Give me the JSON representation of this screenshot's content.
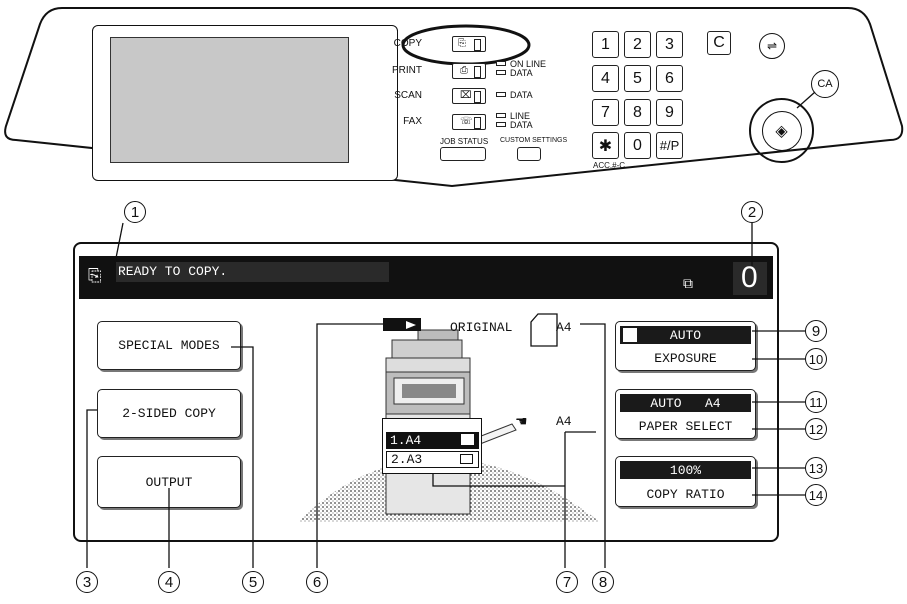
{
  "panel": {
    "mode_keys": [
      {
        "label": "COPY",
        "indicators": []
      },
      {
        "label": "PRINT",
        "indicators": [
          "ON LINE",
          "DATA"
        ]
      },
      {
        "label": "SCAN",
        "indicators": [
          "DATA"
        ]
      },
      {
        "label": "FAX",
        "indicators": [
          "LINE",
          "DATA"
        ]
      }
    ],
    "job_status": "JOB STATUS",
    "custom_settings": "CUSTOM SETTINGS",
    "keypad": [
      "1",
      "2",
      "3",
      "4",
      "5",
      "6",
      "7",
      "8",
      "9",
      "✱",
      "0",
      "#/P"
    ],
    "clear_key": "C",
    "acc_label": "ACC.#-C",
    "ca_label": "CA"
  },
  "screen": {
    "status_message": "READY TO COPY.",
    "copy_count": "0",
    "special_modes": "SPECIAL MODES",
    "two_sided_copy": "2-SIDED COPY",
    "output": "OUTPUT",
    "original_label": "ORIGINAL",
    "original_size": "A4",
    "trays": [
      "1.A4",
      "2.A3"
    ],
    "bypass_size": "A4",
    "exposure_value": "AUTO",
    "exposure_label": "EXPOSURE",
    "paper_value": "AUTO   A4",
    "paper_label": "PAPER SELECT",
    "ratio_value": "100%",
    "ratio_label": "COPY RATIO"
  },
  "callouts": [
    "1",
    "2",
    "3",
    "4",
    "5",
    "6",
    "7",
    "8",
    "9",
    "10",
    "11",
    "12",
    "13",
    "14"
  ]
}
